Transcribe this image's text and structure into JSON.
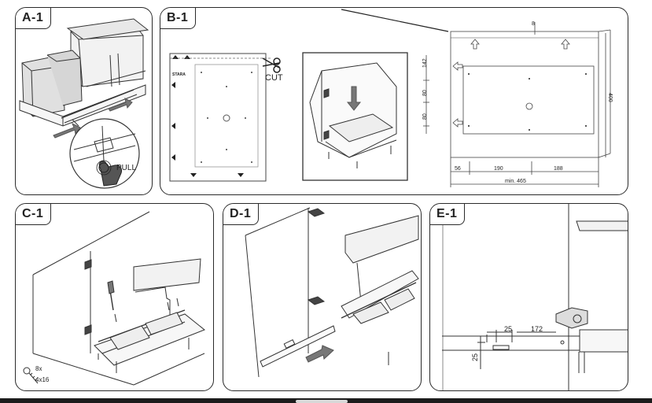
{
  "panels": {
    "a1": {
      "label": "A-1",
      "pull": "PULL"
    },
    "b1": {
      "label": "B-1",
      "cut": "CUT",
      "template_brand": "STARA",
      "dims": {
        "d8": "8",
        "d142": "142",
        "d80a": "80",
        "d80b": "80",
        "d400": "400",
        "d56": "56",
        "d190": "190",
        "d188": "188",
        "dmin": "min. 465"
      }
    },
    "c1": {
      "label": "C-1",
      "screw_qty": "8x",
      "screw_size": "4x16"
    },
    "d1": {
      "label": "D-1"
    },
    "e1": {
      "label": "E-1",
      "d25h": "25",
      "d172": "172",
      "d25v": "25"
    }
  }
}
